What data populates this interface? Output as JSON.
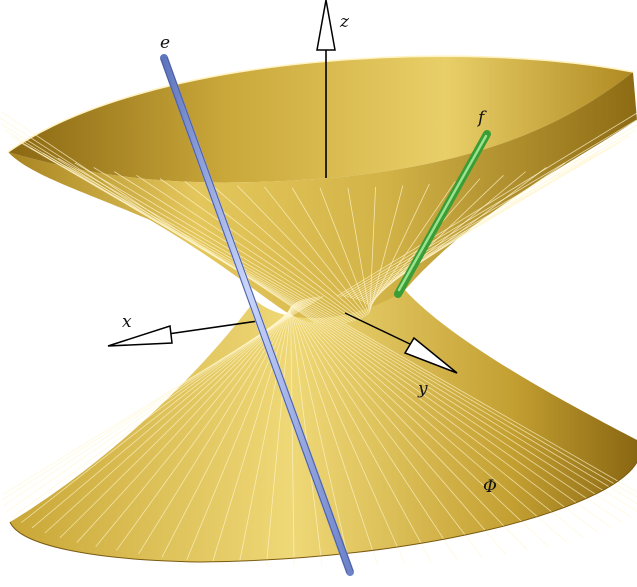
{
  "labels": {
    "axis_x": "x",
    "axis_y": "y",
    "axis_z": "z",
    "line_e": "e",
    "line_f": "f",
    "surface": "Φ"
  },
  "colors": {
    "surface_light": "#eed672",
    "surface_mid": "#c9a734",
    "surface_dark": "#8a6712",
    "ruling": "#fff6cf",
    "line_e": "#8ea4e0",
    "line_f": "#3a9d36",
    "axes": "#000000"
  },
  "rulings_per_sheet": 72
}
